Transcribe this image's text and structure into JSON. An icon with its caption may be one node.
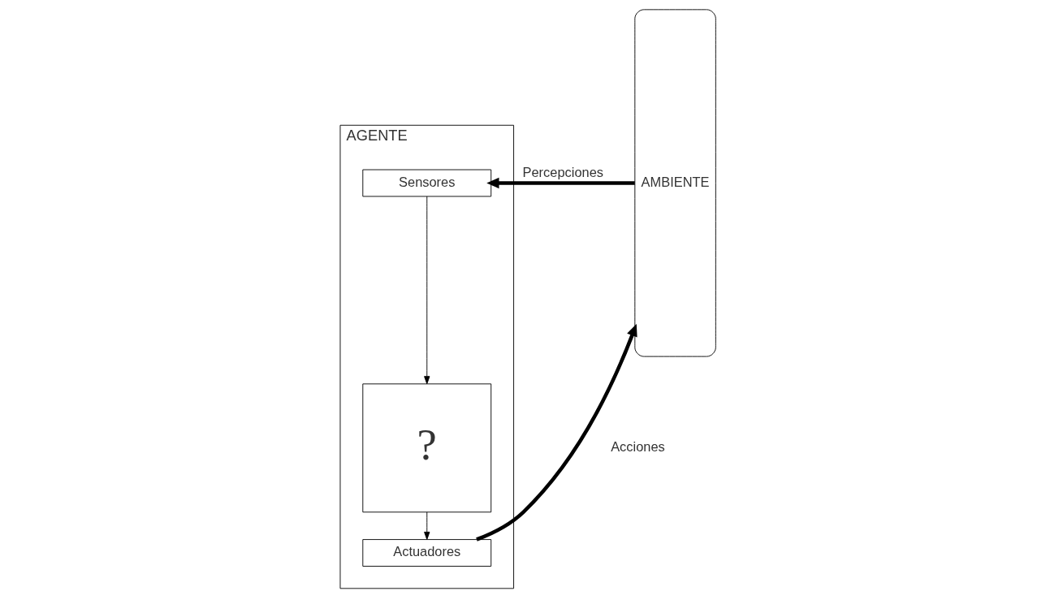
{
  "diagram": {
    "nodes": [
      {
        "text": [
          "AGENTE"
        ]
      },
      {
        "text": [
          "Sensores"
        ],
        "in": 0
      },
      {
        "text": [
          "?"
        ],
        "in": 0
      },
      {
        "text": [
          "Actuadores"
        ],
        "in": 0
      },
      {
        "text": [
          "AMBIENTE"
        ]
      }
    ],
    "edges": [
      {
        "from": 4,
        "to": 1,
        "arrow": "to",
        "label": "Percepciones",
        "style": "thick"
      },
      {
        "from": 1,
        "to": 2,
        "arrow": "to"
      },
      {
        "from": 2,
        "to": 3,
        "arrow": "to"
      },
      {
        "from": 3,
        "to": 4,
        "arrow": "to",
        "label": "Acciones",
        "style": "thick"
      }
    ]
  }
}
